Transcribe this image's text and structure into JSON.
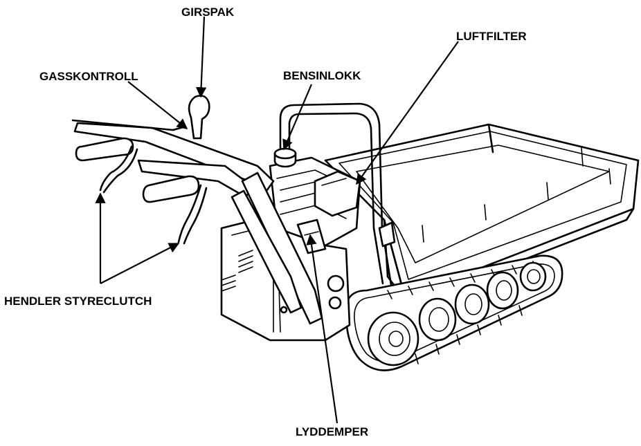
{
  "labels": {
    "girspak": "GIRSPAK",
    "gasskontroll": "GASSKONTROLL",
    "bensinlokk": "BENSINLOKK",
    "luftfilter": "LUFTFILTER",
    "hendler_styreclutch": "HENDLER STYRECLUTCH",
    "lyddemper": "LYDDEMPER"
  },
  "colors": {
    "ink": "#000000",
    "paper": "#ffffff"
  }
}
